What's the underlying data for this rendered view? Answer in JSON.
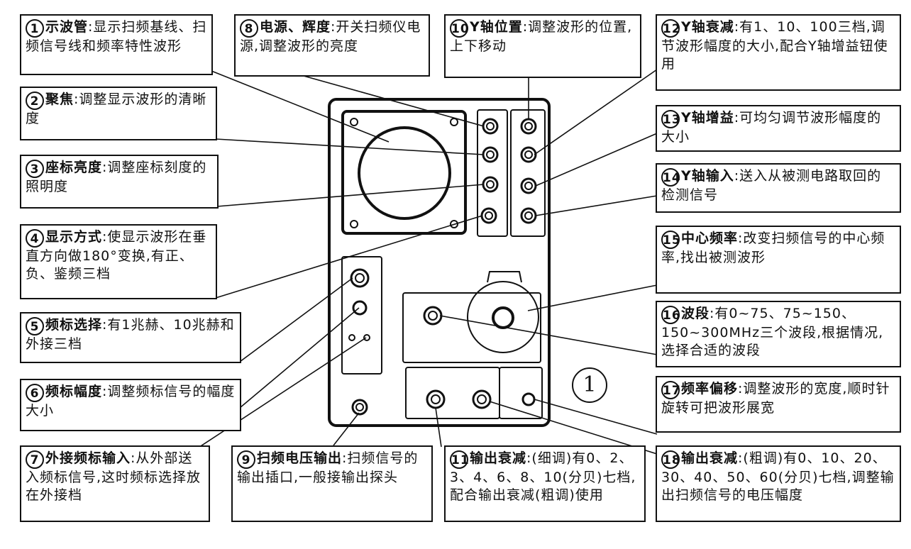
{
  "figure_number": "1",
  "controls": [
    {
      "num": "1",
      "title": "示波管",
      "desc": ":显示扫频基线、扫频信号线和频率特性波形"
    },
    {
      "num": "2",
      "title": "聚焦",
      "desc": ":调整显示波形的清晰度"
    },
    {
      "num": "3",
      "title": "座标亮度",
      "desc": ":调整座标刻度的照明度"
    },
    {
      "num": "4",
      "title": "显示方式",
      "desc": ":使显示波形在垂直方向做180°变换,有正、负、鉴频三档"
    },
    {
      "num": "5",
      "title": "频标选择",
      "desc": ":有1兆赫、10兆赫和外接三档"
    },
    {
      "num": "6",
      "title": "频标幅度",
      "desc": ":调整频标信号的幅度大小"
    },
    {
      "num": "7",
      "title": "外接频标输入",
      "desc": ":从外部送入频标信号,这时频标选择放在外接档"
    },
    {
      "num": "8",
      "title": "电源、辉度",
      "desc": ":开关扫频仪电源,调整波形的亮度"
    },
    {
      "num": "9",
      "title": "扫频电压输出",
      "desc": ":扫频信号的输出插口,一般接输出探头"
    },
    {
      "num": "10",
      "title": "Y轴位置",
      "desc": ":调整波形的位置,上下移动"
    },
    {
      "num": "11",
      "title": "输出衰减",
      "desc": ":(细调)有0、2、3、4、6、8、10(分贝)七档,配合输出衰减(粗调)使用"
    },
    {
      "num": "12",
      "title": "Y轴衰减",
      "desc": ":有1、10、100三档,调节波形幅度的大小,配合Y轴增益钮使用"
    },
    {
      "num": "13",
      "title": "Y轴增益",
      "desc": ":可均匀调节波形幅度的大小"
    },
    {
      "num": "14",
      "title": "Y轴输入",
      "desc": ":送入从被测电路取回的检测信号"
    },
    {
      "num": "15",
      "title": "中心频率",
      "desc": ":改变扫频信号的中心频率,找出被测波形"
    },
    {
      "num": "16",
      "title": "波段",
      "desc": ":有0~75、75~150、150~300MHz三个波段,根据情况,选择合适的波段"
    },
    {
      "num": "17",
      "title": "频率偏移",
      "desc": ":调整波形的宽度,顺时针旋转可把波形展宽"
    },
    {
      "num": "18",
      "title": "输出衰减",
      "desc": ":(粗调)有0、10、20、30、40、50、60(分贝)七档,调整输出扫频信号的电压幅度"
    }
  ]
}
